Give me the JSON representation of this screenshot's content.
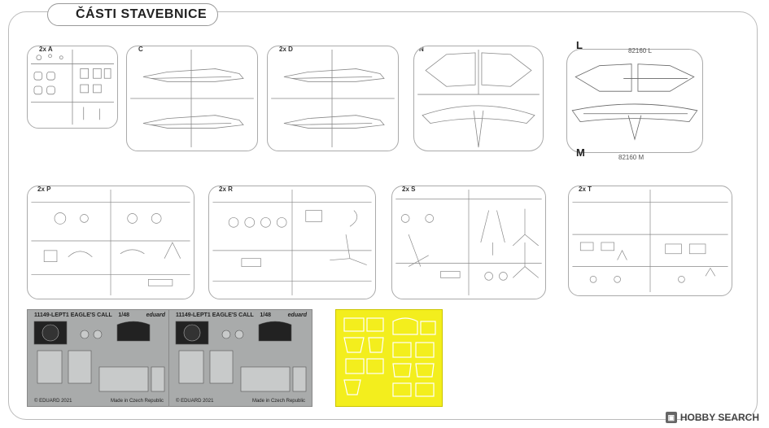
{
  "title": "ČÁSTI STAVEBNICE",
  "sprues": {
    "a": {
      "label": "2x A"
    },
    "c": {
      "label": "C"
    },
    "d": {
      "label": "2x D"
    },
    "n": {
      "label": "N"
    },
    "l": {
      "label": "L",
      "code": "82160 L"
    },
    "m": {
      "label": "M",
      "code": "82160 M"
    },
    "p": {
      "label": "2x P"
    },
    "r": {
      "label": "2x R"
    },
    "s": {
      "label": "2x S"
    },
    "t": {
      "label": "2x T"
    }
  },
  "photoetch": [
    {
      "header": "11149-LEPT1  EAGLE'S CALL",
      "scale": "1/48",
      "brand": "eduard",
      "copyright": "© EDUARD 2021",
      "origin": "Made in Czech Republic"
    },
    {
      "header": "11149-LEPT1  EAGLE'S CALL",
      "scale": "1/48",
      "brand": "eduard",
      "copyright": "© EDUARD 2021",
      "origin": "Made in Czech Republic"
    }
  ],
  "watermark": {
    "text": "HOBBY SEARCH",
    "icon": "hobbysearch-logo-icon"
  }
}
